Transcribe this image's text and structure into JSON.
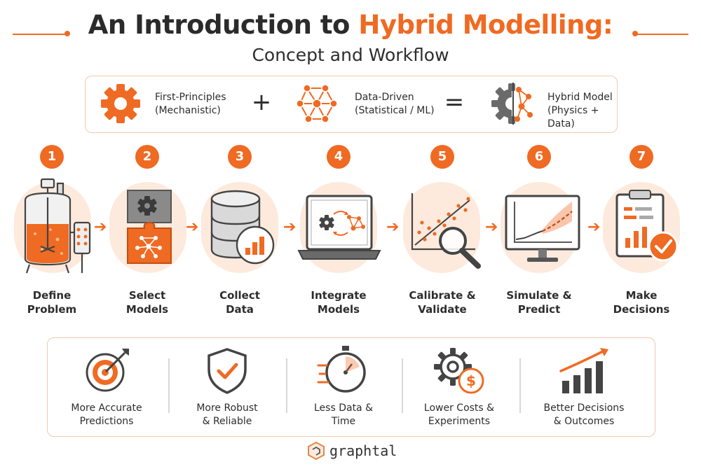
{
  "header": {
    "title_prefix": "An Introduction to ",
    "title_highlight": "Hybrid Modelling:",
    "subtitle": "Concept and Workflow"
  },
  "equation": {
    "first": {
      "line1": "First-Principles",
      "line2": "(Mechanistic)",
      "icon": "gear-icon"
    },
    "plus": "+",
    "second": {
      "line1": "Data-Driven",
      "line2": "(Statistical / ML)",
      "icon": "network-icon"
    },
    "equals": "=",
    "result": {
      "line1": "Hybrid Model",
      "line2": "(Physics + Data)",
      "icon": "hybrid-gear-network-icon"
    }
  },
  "steps": [
    {
      "number": "1",
      "line1": "Define",
      "line2": "Problem",
      "icon": "bioreactor-icon"
    },
    {
      "number": "2",
      "line1": "Select",
      "line2": "Models",
      "icon": "puzzle-icon"
    },
    {
      "number": "3",
      "line1": "Collect",
      "line2": "Data",
      "icon": "database-icon"
    },
    {
      "number": "4",
      "line1": "Integrate",
      "line2": "Models",
      "icon": "laptop-icon"
    },
    {
      "number": "5",
      "line1": "Calibrate &",
      "line2": "Validate",
      "icon": "scatter-magnifier-icon"
    },
    {
      "number": "6",
      "line1": "Simulate &",
      "line2": "Predict",
      "icon": "monitor-forecast-icon"
    },
    {
      "number": "7",
      "line1": "Make",
      "line2": "Decisions",
      "icon": "clipboard-check-icon"
    }
  ],
  "step_arrow": "➔",
  "benefits": [
    {
      "line1": "More Accurate",
      "line2": "Predictions",
      "icon": "target-icon"
    },
    {
      "line1": "More Robust",
      "line2": "& Reliable",
      "icon": "shield-check-icon"
    },
    {
      "line1": "Less Data &",
      "line2": "Time",
      "icon": "stopwatch-icon"
    },
    {
      "line1": "Lower Costs &",
      "line2": "Experiments",
      "icon": "gear-dollar-icon"
    },
    {
      "line1": "Better Decisions",
      "line2": "& Outcomes",
      "icon": "growth-chart-icon"
    }
  ],
  "footer": {
    "brand": "graphtal",
    "icon": "graphtal-logo-icon"
  },
  "colors": {
    "accent": "#ef6a22",
    "dark": "#2d2d2d",
    "soft": "#fdeadd",
    "border": "#f3c9ae"
  }
}
